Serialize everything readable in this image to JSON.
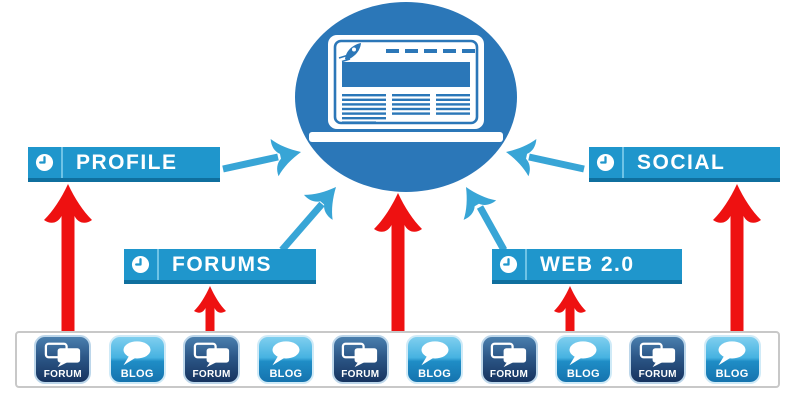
{
  "colors": {
    "hub_blue": "#2b77b8",
    "banner_blue": "#1f96cc",
    "banner_border": "#0f6f9e",
    "arrow_blue": "#38a5d6",
    "arrow_red": "#ee1111",
    "forum_tile_dark": "#16335f",
    "blog_tile_light": "#7fcfef"
  },
  "hub": {
    "icon": "laptop-website-rocket-icon"
  },
  "tiers": [
    {
      "id": "profile",
      "label": "PROFILE",
      "icon": "clock-icon"
    },
    {
      "id": "forums",
      "label": "FORUMS",
      "icon": "clock-icon"
    },
    {
      "id": "web20",
      "label": "WEB 2.0",
      "icon": "clock-icon"
    },
    {
      "id": "social",
      "label": "SOCIAL",
      "icon": "clock-icon"
    }
  ],
  "bottom_row": {
    "items": [
      {
        "type": "forum",
        "label": "FORUM"
      },
      {
        "type": "blog",
        "label": "BLOG"
      },
      {
        "type": "forum",
        "label": "FORUM"
      },
      {
        "type": "blog",
        "label": "BLOG"
      },
      {
        "type": "forum",
        "label": "FORUM"
      },
      {
        "type": "blog",
        "label": "BLOG"
      },
      {
        "type": "forum",
        "label": "FORUM"
      },
      {
        "type": "blog",
        "label": "BLOG"
      },
      {
        "type": "forum",
        "label": "FORUM"
      },
      {
        "type": "blog",
        "label": "BLOG"
      }
    ]
  }
}
